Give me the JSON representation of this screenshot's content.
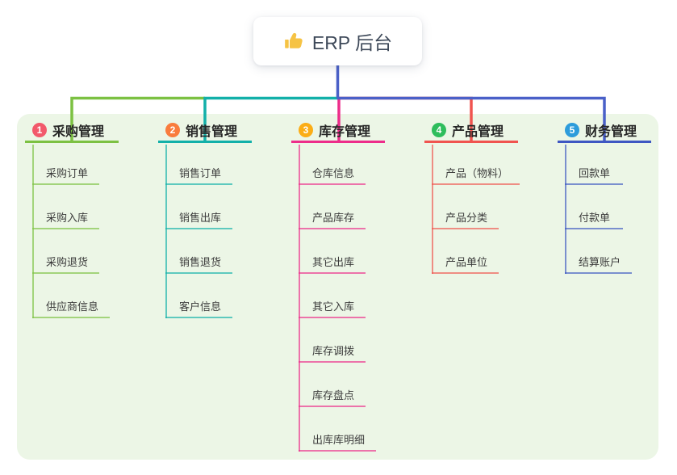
{
  "root": {
    "icon": "thumbs-up",
    "title": "ERP 后台"
  },
  "colors": {
    "canvas_bg": "#ffffff",
    "panel_bg": "#ecf6e6",
    "stem_blue": "#4a60c8",
    "root_text": "#3e4959",
    "branch_text": "#262626",
    "child_text": "#3c3c3c",
    "thumb_gold": "#f6c344"
  },
  "branches": [
    {
      "index": "1",
      "label": "采购管理",
      "badge_color": "#f2596b",
      "line_color": "#7cc142",
      "children": [
        "采购订单",
        "采购入库",
        "采购退货",
        "供应商信息"
      ]
    },
    {
      "index": "2",
      "label": "销售管理",
      "badge_color": "#f97c3d",
      "line_color": "#12b0a9",
      "children": [
        "销售订单",
        "销售出库",
        "销售退货",
        "客户信息"
      ]
    },
    {
      "index": "3",
      "label": "库存管理",
      "badge_color": "#fbad16",
      "line_color": "#ed2d8a",
      "children": [
        "仓库信息",
        "产品库存",
        "其它出库",
        "其它入库",
        "库存调拨",
        "库存盘点",
        "出库库明细"
      ]
    },
    {
      "index": "4",
      "label": "产品管理",
      "badge_color": "#2ebd5c",
      "line_color": "#f0544f",
      "children": [
        "产品（物料）",
        "产品分类",
        "产品单位"
      ]
    },
    {
      "index": "5",
      "label": "财务管理",
      "badge_color": "#2d9cdb",
      "line_color": "#3e57c2",
      "children": [
        "回款单",
        "付款单",
        "结算账户"
      ]
    }
  ]
}
